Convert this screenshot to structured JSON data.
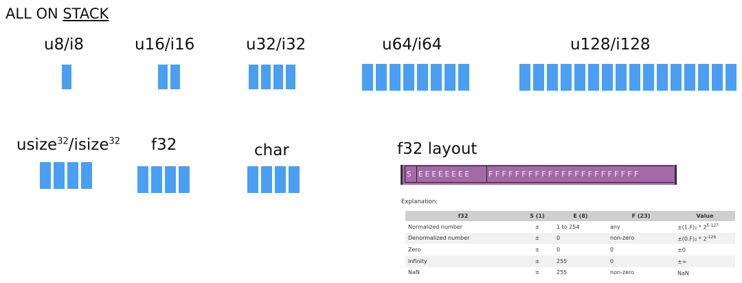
{
  "heading": {
    "prefix": "ALL ON ",
    "underlined": "STACK"
  },
  "types_row1": [
    {
      "label": "u8/i8",
      "bytes": 1
    },
    {
      "label": "u16/i16",
      "bytes": 2
    },
    {
      "label": "u32/i32",
      "bytes": 4
    },
    {
      "label": "u64/i64",
      "bytes": 8
    },
    {
      "label": "u128/i128",
      "bytes": 16
    }
  ],
  "types_row2": [
    {
      "label_base1": "usize",
      "label_sup1": "32",
      "label_mid": "/isize",
      "label_sup2": "32",
      "bytes": 4
    },
    {
      "label": "f32",
      "bytes": 4
    },
    {
      "label": "char",
      "bytes": 4
    }
  ],
  "layout": {
    "title": "f32 layout",
    "sign": "S",
    "exponent": "EEEEEEEE",
    "fraction": "FFFFFFFFFFFFFFFFFFFFFFF",
    "explanation": "Explanation:"
  },
  "table": {
    "headers": [
      "f32",
      "S (1)",
      "E (8)",
      "F (23)",
      "Value"
    ],
    "rows": [
      [
        "Normalized number",
        "±",
        "1 to 254",
        "any",
        "±(1.F)₂ * 2",
        "E-127"
      ],
      [
        "Denormalized number",
        "±",
        "0",
        "non-zero",
        "±(0.F)₂ * 2",
        "-126"
      ],
      [
        "Zero",
        "±",
        "0",
        "0",
        "±0",
        ""
      ],
      [
        "Infinity",
        "±",
        "255",
        "0",
        "±∞",
        ""
      ],
      [
        "NaN",
        "±",
        "255",
        "non-zero",
        "NaN",
        ""
      ]
    ]
  },
  "colors": {
    "block": "#4a9ff2",
    "bitbar": "#a46aa7"
  }
}
